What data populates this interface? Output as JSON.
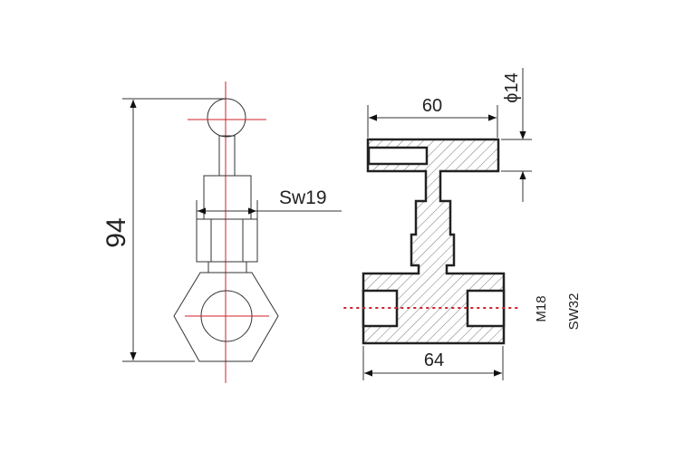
{
  "title": "Needle valve technical drawing",
  "colors": {
    "line": "#333333",
    "centerline": "#d0202a"
  },
  "side_view": {
    "height_dim": "94",
    "wrench_dim": "Sw19"
  },
  "section_view": {
    "handle_width_dim": "60",
    "handle_dia_dim": "ϕ14",
    "body_width_dim": "64",
    "thread_label": "M18",
    "hex_label": "SW32"
  }
}
